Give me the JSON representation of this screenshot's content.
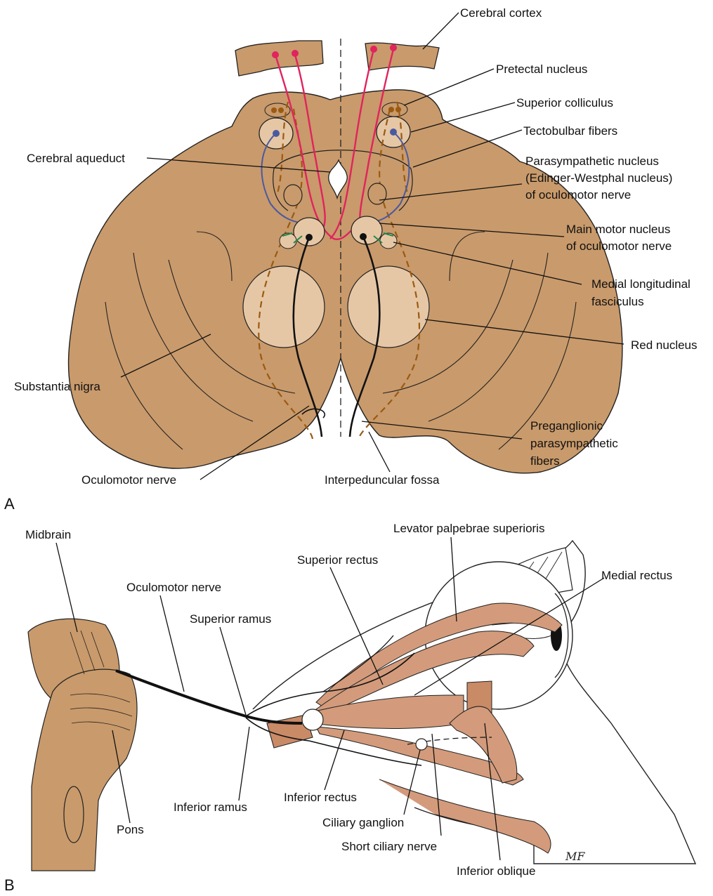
{
  "panel_a": {
    "letter": "A",
    "labels": {
      "cerebral_cortex": "Cerebral cortex",
      "pretectal_nucleus": "Pretectal nucleus",
      "superior_colliculus": "Superior colliculus",
      "tectobulbar_fibers": "Tectobulbar fibers",
      "cerebral_aqueduct": "Cerebral aqueduct",
      "parasympathetic_line1": "Parasympathetic nucleus",
      "parasympathetic_line2": "(Edinger-Westphal nucleus)",
      "parasympathetic_line3": "of oculomotor nerve",
      "main_motor_line1": "Main motor nucleus",
      "main_motor_line2": "of oculomotor nerve",
      "mlf_line1": "Medial longitudinal",
      "mlf_line2": "fasciculus",
      "red_nucleus": "Red nucleus",
      "substantia_nigra": "Substantia nigra",
      "preganglionic_line1": "Preganglionic",
      "preganglionic_line2": "parasympathetic",
      "preganglionic_line3": "fibers",
      "oculomotor_nerve": "Oculomotor nerve",
      "interpeduncular_fossa": "Interpeduncular fossa"
    }
  },
  "panel_b": {
    "letter": "B",
    "labels": {
      "midbrain": "Midbrain",
      "oculomotor_nerve": "Oculomotor nerve",
      "superior_ramus": "Superior ramus",
      "superior_rectus": "Superior rectus",
      "levator": "Levator palpebrae superioris",
      "medial_rectus": "Medial rectus",
      "inferior_ramus": "Inferior ramus",
      "inferior_rectus": "Inferior rectus",
      "ciliary_ganglion": "Ciliary ganglion",
      "short_ciliary_nerve": "Short ciliary nerve",
      "inferior_oblique": "Inferior oblique",
      "pons": "Pons"
    },
    "signature": "MF"
  },
  "colors": {
    "tissue": "#c99a6b",
    "tissue_light": "#e6c7a5",
    "dashed_fiber": "#9a5a12",
    "corticobulbar": "#e0245e",
    "tectobulbar": "#4a5aa0",
    "mlf_fiber": "#1e8a4a",
    "nerve": "#111111",
    "muscle": "#d39b7b"
  }
}
